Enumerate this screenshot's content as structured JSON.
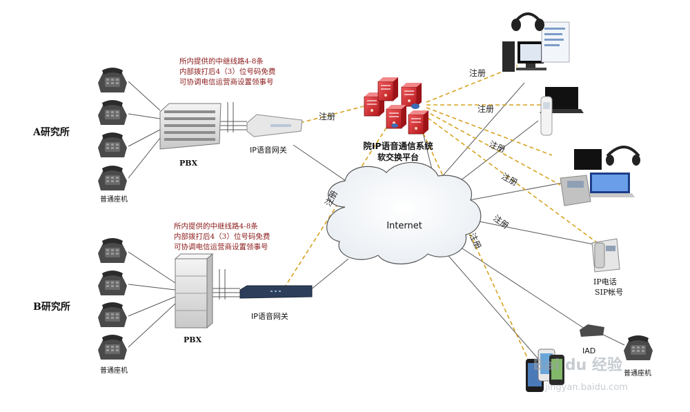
{
  "sites": {
    "a": {
      "label": "A研究所",
      "pbx_label": "PBX",
      "gateway_label": "IP语音网关",
      "phones_label": "普通座机",
      "note": [
        "所内提供的中继线路4-8条",
        "内部拨打后4（3）位号码免费",
        "可协调电信运营商设置领事号"
      ]
    },
    "b": {
      "label": "B研究所",
      "pbx_label": "PBX",
      "gateway_label": "IP语音网关",
      "phones_label": "普通座机",
      "note": [
        "所内提供的中继线路4-8条",
        "内部拨打后4（3）位号码免费",
        "可协调电信运营商设置领事号"
      ]
    }
  },
  "platform": {
    "title": "院IP语音通信系统",
    "subtitle": "软交换平台"
  },
  "internet": {
    "label": "Internet"
  },
  "register_label": "注册",
  "endpoints": {
    "ip_phone": {
      "line1": "IP电话",
      "line2": "SIP帐号"
    },
    "iad": {
      "label": "IAD"
    },
    "iad_phone": {
      "label": "普通座机"
    }
  },
  "watermark": {
    "line1": "Bai du 经验",
    "line2": "jingyan.baidu.com"
  },
  "colors": {
    "register_line": "#d6a21e",
    "network_line": "#555555",
    "note_text": "#8b1a1a",
    "server_red": "#d8262c"
  }
}
